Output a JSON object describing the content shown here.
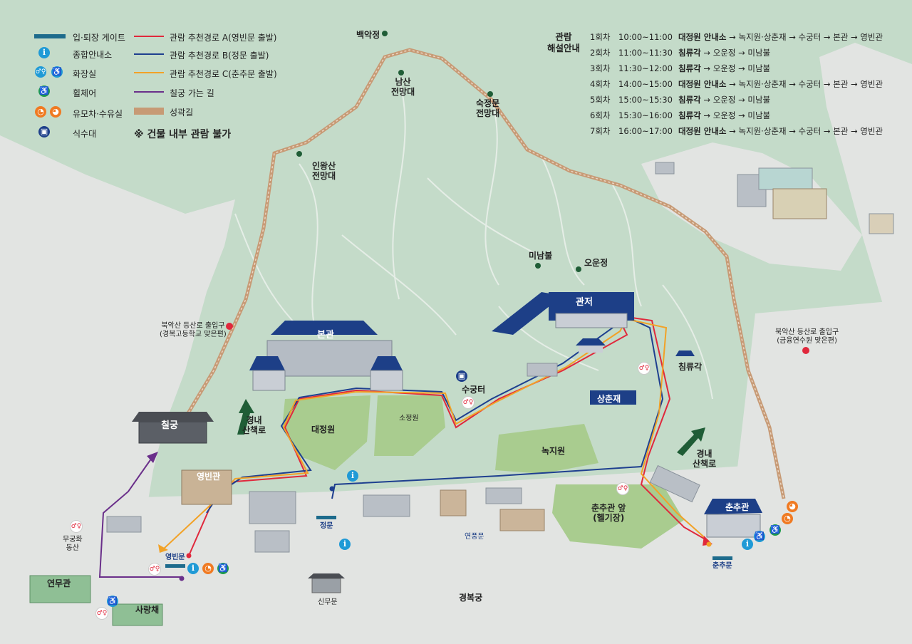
{
  "legend": {
    "gate": "입·퇴장 게이트",
    "info": "종합안내소",
    "toilet": "화장실",
    "wheelchair": "휠체어",
    "stroller": "유모차·수유실",
    "water": "식수대",
    "route_a": "관람 추천경로 A(영빈문 출발)",
    "route_b": "관람 추천경로 B(정문 출발)",
    "route_c": "관람 추천경로 C(춘추문 출발)",
    "chilgung_path": "칠궁 가는 길",
    "wall": "성곽길",
    "notice": "※ 건물 내부 관람 불가"
  },
  "tour": {
    "title_line1": "관람",
    "title_line2": "해설안내",
    "rows": [
      {
        "no": "1회차",
        "time": "10:00~11:00",
        "start": "대정원 안내소",
        "rest": " → 녹지원·상춘재 → 수궁터 → 본관 → 영빈관"
      },
      {
        "no": "2회차",
        "time": "11:00~11:30",
        "start": "침류각",
        "rest": " → 오운정 → 미남불"
      },
      {
        "no": "3회차",
        "time": "11:30~12:00",
        "start": "침류각",
        "rest": " → 오운정 → 미남불"
      },
      {
        "no": "4회차",
        "time": "14:00~15:00",
        "start": "대정원 안내소",
        "rest": " → 녹지원·상춘재 → 수궁터 → 본관 → 영빈관"
      },
      {
        "no": "5회차",
        "time": "15:00~15:30",
        "start": "침류각",
        "rest": " → 오운정 → 미남불"
      },
      {
        "no": "6회차",
        "time": "15:30~16:00",
        "start": "침류각",
        "rest": " → 오운정 → 미남불"
      },
      {
        "no": "7회차",
        "time": "16:00~17:00",
        "start": "대정원 안내소",
        "rest": " → 녹지원·상춘재 → 수궁터 → 본관 → 영빈관"
      }
    ]
  },
  "places": {
    "baegakjeong": "백악정",
    "namsan_1": "남산",
    "namsan_2": "전망대",
    "sukjeongmun_1": "숙정문",
    "sukjeongmun_2": "전망대",
    "inwangsan_1": "인왕산",
    "inwangsan_2": "전망대",
    "minambul": "미남불",
    "oujeong": "오운정",
    "gwanjeo": "관저",
    "bongwan": "본관",
    "sugungteo": "수궁터",
    "chimnyugak": "침류각",
    "sangchunjae": "상춘재",
    "daejeongwon": "대정원",
    "sojeongwon": "소정원",
    "nokjiwon": "녹지원",
    "chilgung": "칠궁",
    "yeongbingwan": "영빈관",
    "yeongbinmun": "영빈문",
    "jeongmun": "정문",
    "yeonpungmun": "연풍문",
    "chunchugwan": "춘추관",
    "chunchumun": "춘추문",
    "chunchugwan_front_1": "춘추관 앞",
    "chunchugwan_front_2": "(헬기장)",
    "sinmumun": "신무문",
    "gyeongbokgung": "경복궁",
    "yeonmugwan": "연무관",
    "sarangchae": "사랑채",
    "mugunghwa_1": "무궁화",
    "mugunghwa_2": "동산",
    "trail_w_1": "경내",
    "trail_w_2": "산책로",
    "trail_e_1": "경내",
    "trail_e_2": "산책로",
    "bugak_w_1": "북악산 등산로 출입구",
    "bugak_w_2": "(경복고등학교 맞은편)",
    "bugak_e_1": "북악산 등산로 출입구",
    "bugak_e_2": "(금융연수원 맞은편)"
  },
  "colors": {
    "route_a": "#e0283c",
    "route_b": "#1e3f8f",
    "route_c": "#f2a227",
    "chilgung_path": "#6a2f8a",
    "wall": "#c79a75",
    "gate": "#1d6b8c",
    "info": "#1f9ad6",
    "wheelchair": "#1e9e4a",
    "stroller": "#f07a22",
    "water": "#1d3f8a",
    "roof": "#1d3f87",
    "lawn": "#a9cc8f",
    "mountain": "#c4dbc9",
    "road": "#e2e4e2"
  },
  "icons": {
    "info": "i",
    "wheelchair": "♿",
    "stroller": "◔",
    "water": "▣",
    "toilet": "🚻"
  }
}
